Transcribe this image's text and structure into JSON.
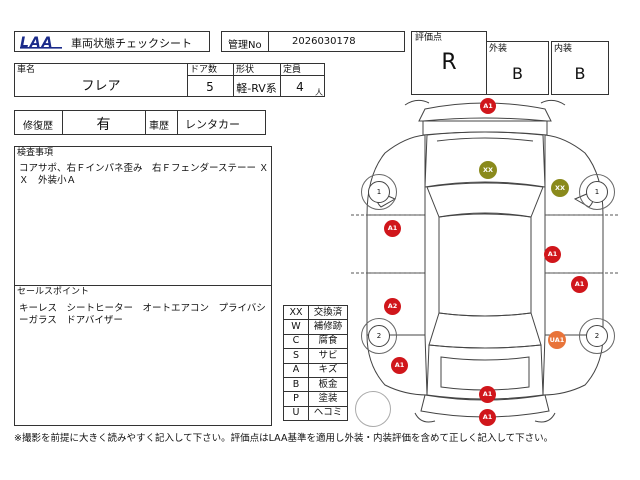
{
  "header": {
    "logo_text": "LAA",
    "sheet_title": "車両状態チェックシート",
    "mgmt_label": "管理No",
    "mgmt_no": "2026030178",
    "eval_label": "評価点",
    "eval_score": "R",
    "exterior_label": "外装",
    "exterior_grade": "B",
    "interior_label": "内装",
    "interior_grade": "B"
  },
  "vehicle": {
    "name_label": "車名",
    "name": "フレア",
    "doors_label": "ドア数",
    "doors": "5",
    "shape_label": "形状",
    "shape": "軽-RV系",
    "capacity_label": "定員",
    "capacity": "4",
    "capacity_unit": "人"
  },
  "history": {
    "repair_label": "修復歴",
    "repair_value": "有",
    "usage_label": "車歴",
    "usage_value": "レンタカー"
  },
  "inspection": {
    "label": "検査事項",
    "text": "コアサポ、右Ｆインパネ歪み　右Ｆフェンダーステーー Ｘ Ｘ　外装小Ａ"
  },
  "sales": {
    "label": "セールスポイント",
    "text": "キーレス　シートヒーター　オートエアコン　プライバシーガラス　ドアバイザー"
  },
  "legend": [
    {
      "code": "XX",
      "meaning": "交換済"
    },
    {
      "code": "W",
      "meaning": "補修跡"
    },
    {
      "code": "C",
      "meaning": "腐食"
    },
    {
      "code": "S",
      "meaning": "サビ"
    },
    {
      "code": "A",
      "meaning": "キズ"
    },
    {
      "code": "B",
      "meaning": "板金"
    },
    {
      "code": "P",
      "meaning": "塗装"
    },
    {
      "code": "U",
      "meaning": "ヘコミ"
    }
  ],
  "diagram": {
    "wheels": {
      "front_left": "1",
      "front_right": "1",
      "rear_left": "2",
      "rear_right": "2"
    },
    "markers": [
      {
        "label": "A1",
        "color": "#d0161b"
      },
      {
        "label": "XX",
        "color": "#8a8a1c"
      },
      {
        "label": "XX",
        "color": "#8a8a1c"
      },
      {
        "label": "A1",
        "color": "#d0161b"
      },
      {
        "label": "A1",
        "color": "#d0161b"
      },
      {
        "label": "A1",
        "color": "#d0161b"
      },
      {
        "label": "A2",
        "color": "#d0161b"
      },
      {
        "label": "UA1",
        "color": "#e8743a"
      },
      {
        "label": "A1",
        "color": "#d0161b"
      },
      {
        "label": "A1",
        "color": "#d0161b"
      },
      {
        "label": "A1",
        "color": "#d0161b"
      }
    ]
  },
  "footer": {
    "note": "※撮影を前提に大きく読みやすく記入して下さい。評価点はLAA基準を適用し外装・内装評価を含めて正しく記入して下さい。"
  }
}
